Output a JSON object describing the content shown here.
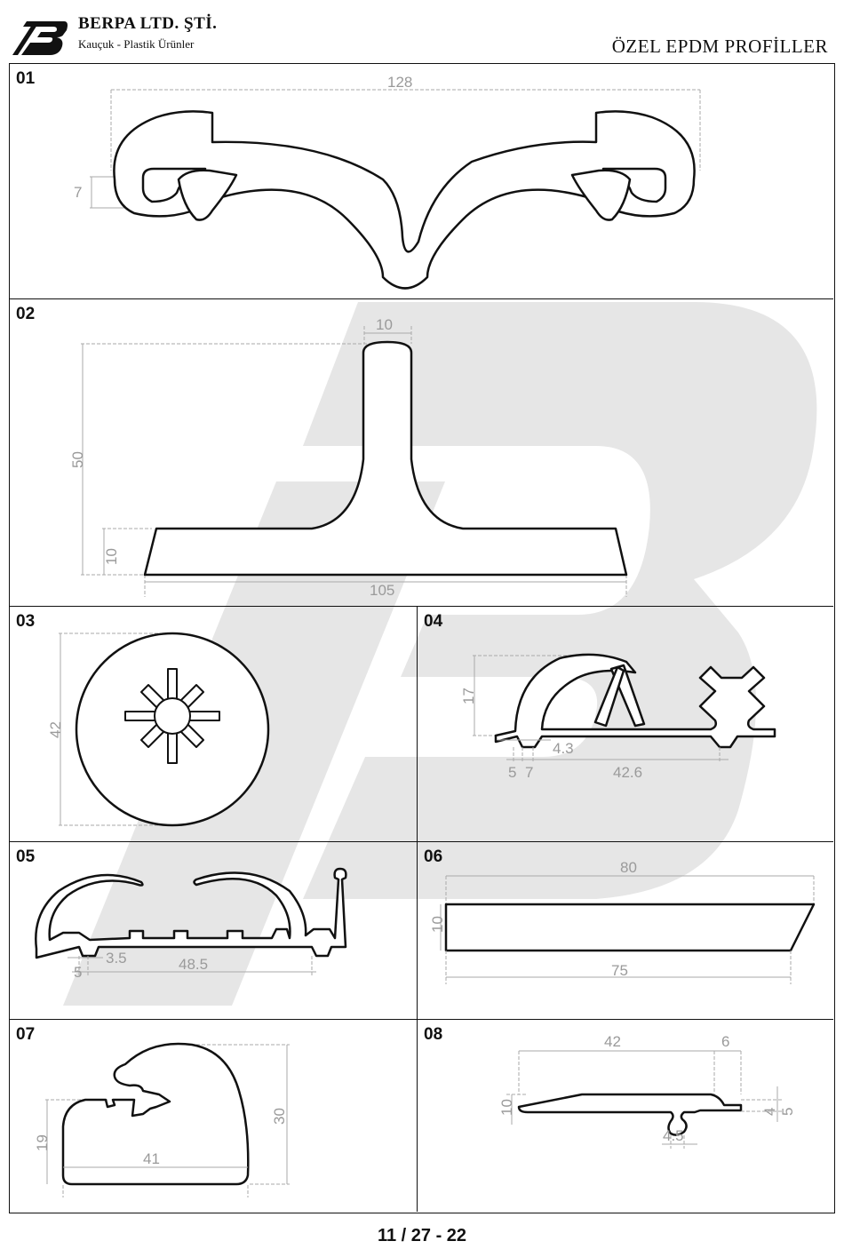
{
  "header": {
    "company_name": "BERPA LTD. ŞTİ.",
    "tagline": "Kauçuk - Plastik Ürünler",
    "document_title": "ÖZEL EPDM PROFİLLER"
  },
  "panels": [
    {
      "number": "01",
      "dimensions": [
        "128",
        "7"
      ]
    },
    {
      "number": "02",
      "dimensions": [
        "10",
        "50",
        "10",
        "105"
      ]
    },
    {
      "number": "03",
      "dimensions": [
        "42"
      ]
    },
    {
      "number": "04",
      "dimensions": [
        "17",
        "4.3",
        "5",
        "7",
        "42.6"
      ]
    },
    {
      "number": "05",
      "dimensions": [
        "3.5",
        "5",
        "48.5"
      ]
    },
    {
      "number": "06",
      "dimensions": [
        "80",
        "10",
        "75"
      ]
    },
    {
      "number": "07",
      "dimensions": [
        "30",
        "19",
        "41"
      ]
    },
    {
      "number": "08",
      "dimensions": [
        "42",
        "6",
        "10",
        "4",
        "5",
        "4.5"
      ]
    }
  ],
  "footer": {
    "page_code": "11 / 27 - 22"
  }
}
